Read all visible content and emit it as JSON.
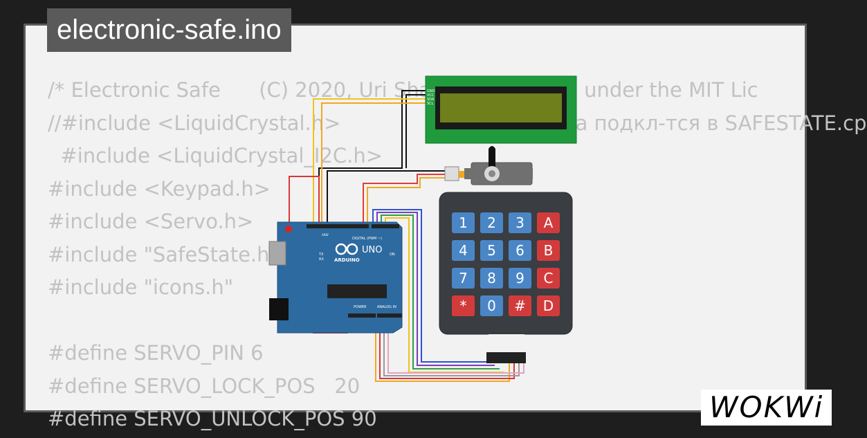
{
  "window": {
    "title": "electronic-safe.ino"
  },
  "code": {
    "lines": [
      "/* Electronic Safe      (C) 2020, Uri Shaked   Released under the MIT Lic",
      "//#include <LiquidCrystal.h>                   Библиотека подкл-тся в SAFESTATE.cp",
      "  #include <LiquidCrystal_I2C.h>",
      "#include <Keypad.h>",
      "#include <Servo.h>",
      "#include \"SafeState.h\"",
      "#include \"icons.h\"",
      "",
      "#define SERVO_PIN 6",
      "#define SERVO_LOCK_POS   20",
      "#define SERVO_UNLOCK_POS 90"
    ]
  },
  "circuit": {
    "lcd_pins": [
      "GND",
      "VCC",
      "SDA",
      "SCL"
    ],
    "arduino": {
      "model": "UNO",
      "brand": "ARDUINO",
      "digital_label": "DIGITAL (PWM ~)",
      "power_label": "POWER",
      "analog_label": "ANALOG IN",
      "on_label": "ON",
      "tx_label": "TX",
      "rx_label": "RX",
      "aref_label": "AREF"
    },
    "keypad": {
      "keys": [
        [
          "1",
          "2",
          "3",
          "A"
        ],
        [
          "4",
          "5",
          "6",
          "B"
        ],
        [
          "7",
          "8",
          "9",
          "C"
        ],
        [
          "*",
          "0",
          "#",
          "D"
        ]
      ]
    }
  },
  "logo": {
    "text": "WOKWi"
  },
  "colors": {
    "background": "#1e1e1e",
    "frame": "#f2f2f2",
    "code_text": "#c2c2c2",
    "lcd_bezel": "#1f9a3c",
    "arduino": "#2d6aa0",
    "keypad_body": "#3a3d42",
    "key_blue": "#4a86c6",
    "key_red": "#d23b3b"
  }
}
